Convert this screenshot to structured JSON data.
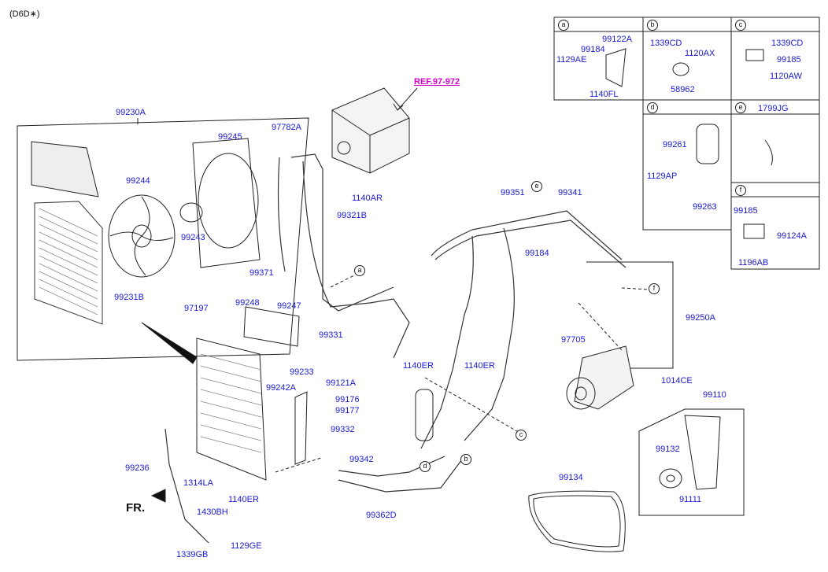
{
  "header": {
    "variant": "(D6D∗)",
    "ref": "REF.97-972",
    "front": "FR."
  },
  "callouts": {
    "a": "a",
    "b": "b",
    "c": "c",
    "d": "d",
    "e": "e",
    "f": "f"
  },
  "inset_a": {
    "p1": "99122A",
    "p2": "99184",
    "p3": "1129AE",
    "p4": "1140FL"
  },
  "inset_b": {
    "p1": "1339CD",
    "p2": "1120AX",
    "p3": "58962"
  },
  "inset_c": {
    "p1": "1339CD",
    "p2": "99185",
    "p3": "1120AW"
  },
  "inset_d": {
    "p1": "99261",
    "p2": "1129AP",
    "p3": "99263"
  },
  "inset_e": {
    "p1": "1799JG"
  },
  "inset_f": {
    "p1": "99185",
    "p2": "99124A",
    "p3": "1196AB"
  },
  "parts": {
    "p99230A": "99230A",
    "p99245": "99245",
    "p99244": "99244",
    "p99243": "99243",
    "p99231B": "99231B",
    "p97782A": "97782A",
    "p1140AR": "1140AR",
    "p99321B": "99321B",
    "p99371": "99371",
    "p99331": "99331",
    "p99351": "99351",
    "p99341": "99341",
    "p99184": "99184",
    "p99250A": "99250A",
    "p97197": "97197",
    "p99248": "99248",
    "p99247": "99247",
    "p99233": "99233",
    "p99242A": "99242A",
    "p99121A": "99121A",
    "p1140ER_a": "1140ER",
    "p1140ER_b": "1140ER",
    "p99176": "99176",
    "p99177": "99177",
    "p99332": "99332",
    "p97705": "97705",
    "p1014CE": "1014CE",
    "p99110": "99110",
    "p99132": "99132",
    "p91111": "91111",
    "p99342": "99342",
    "p99134": "99134",
    "p99362D": "99362D",
    "p99236": "99236",
    "p1314LA": "1314LA",
    "p1430BH": "1430BH",
    "p1140ER_c": "1140ER",
    "p1339GB": "1339GB",
    "p1129GE": "1129GE"
  }
}
